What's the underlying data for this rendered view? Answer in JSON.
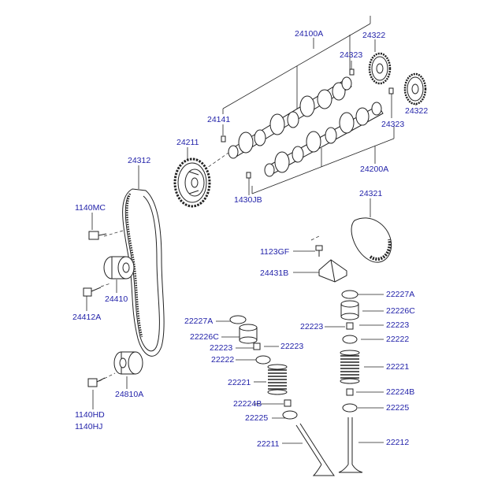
{
  "diagram": {
    "label_color": "#1f1fa8",
    "line_color": "#222222",
    "parts": [
      {
        "id": "p01",
        "code": "24100A"
      },
      {
        "id": "p02",
        "code": "24322"
      },
      {
        "id": "p03",
        "code": "24323"
      },
      {
        "id": "p04",
        "code": "24141"
      },
      {
        "id": "p05",
        "code": "24323"
      },
      {
        "id": "p06",
        "code": "24322"
      },
      {
        "id": "p07",
        "code": "24211"
      },
      {
        "id": "p08",
        "code": "24312"
      },
      {
        "id": "p09",
        "code": "24200A"
      },
      {
        "id": "p10",
        "code": "1430JB"
      },
      {
        "id": "p11",
        "code": "24321"
      },
      {
        "id": "p12",
        "code": "1140MC"
      },
      {
        "id": "p13",
        "code": "1123GF"
      },
      {
        "id": "p14",
        "code": "24431B"
      },
      {
        "id": "p15",
        "code": "24410"
      },
      {
        "id": "p16",
        "code": "24412A"
      },
      {
        "id": "p17",
        "code": "22227A"
      },
      {
        "id": "p18",
        "code": "22226C"
      },
      {
        "id": "p19",
        "code": "22223"
      },
      {
        "id": "p20",
        "code": "22222"
      },
      {
        "id": "p21",
        "code": "22227A"
      },
      {
        "id": "p22",
        "code": "22226C"
      },
      {
        "id": "p23",
        "code": "22223"
      },
      {
        "id": "p24",
        "code": "22223"
      },
      {
        "id": "p25",
        "code": "22222"
      },
      {
        "id": "p26",
        "code": "22223"
      },
      {
        "id": "p27",
        "code": "22221"
      },
      {
        "id": "p28",
        "code": "22221"
      },
      {
        "id": "p29",
        "code": "22224B"
      },
      {
        "id": "p30",
        "code": "24810A"
      },
      {
        "id": "p31",
        "code": "22224B"
      },
      {
        "id": "p32",
        "code": "22225"
      },
      {
        "id": "p33",
        "code": "22225"
      },
      {
        "id": "p34",
        "code": "1140HD"
      },
      {
        "id": "p35",
        "code": "1140HJ"
      },
      {
        "id": "p36",
        "code": "22211"
      },
      {
        "id": "p37",
        "code": "22212"
      }
    ]
  }
}
